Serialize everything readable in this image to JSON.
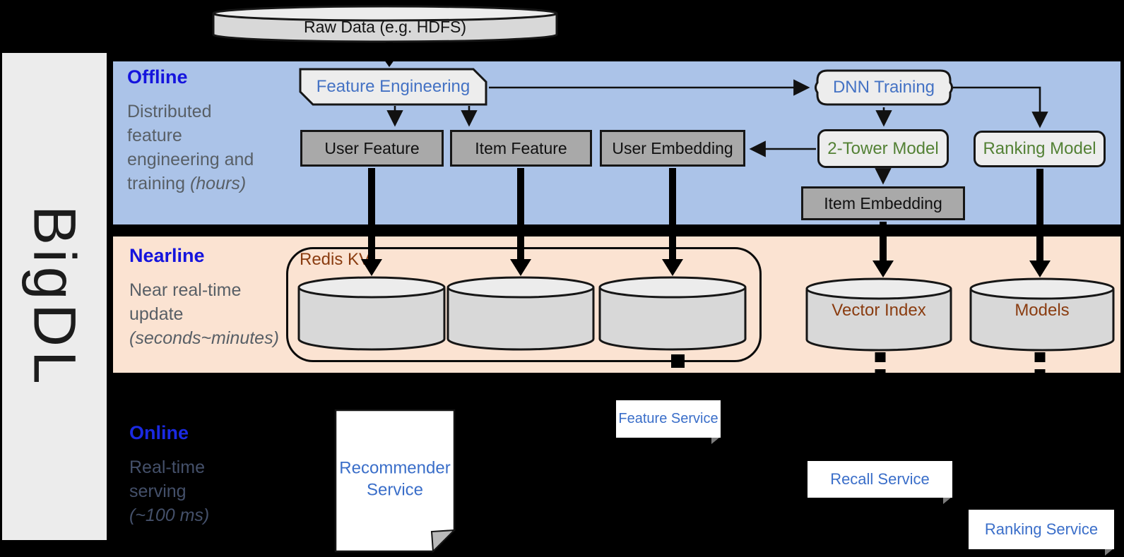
{
  "brand": {
    "name": "BigDL"
  },
  "source": {
    "label": "Raw Data (e.g. HDFS)"
  },
  "lanes": {
    "offline": {
      "title": "Offline",
      "line1": "Distributed",
      "line2": "feature",
      "line3": "engineering and",
      "line4": "training ",
      "line4_italic": "(hours)"
    },
    "nearline": {
      "title": "Nearline",
      "line1": "Near real-time",
      "line2": "update",
      "line3_italic": "(seconds~minutes)"
    },
    "online": {
      "title": "Online",
      "line1": "Real-time",
      "line2": "serving",
      "line3_italic": "(~100 ms)"
    }
  },
  "offline_nodes": {
    "feature_engineering": "Feature Engineering",
    "dnn_training": "DNN Training",
    "user_feature": "User Feature",
    "item_feature": "Item Feature",
    "user_embedding": "User Embedding",
    "two_tower_model": "2-Tower Model",
    "ranking_model": "Ranking Model",
    "item_embedding": "Item Embedding"
  },
  "nearline_nodes": {
    "redis_kv": "Redis KV",
    "vector_index": "Vector Index",
    "models": "Models"
  },
  "online_nodes": {
    "feature_service": "Feature Service",
    "recommender_service": "Recommender Service",
    "recall_service": "Recall Service",
    "ranking_service": "Ranking Service"
  },
  "colors": {
    "offline_band": "#abc3e8",
    "nearline_band": "#fbe3d2",
    "online_band": "#000000",
    "lane_title_blue": "#1514dd",
    "node_text_blue": "#4472c4",
    "model_text_green": "#538135",
    "storage_text_brown": "#8a3c10",
    "service_text_blue": "#3a6ec9"
  }
}
